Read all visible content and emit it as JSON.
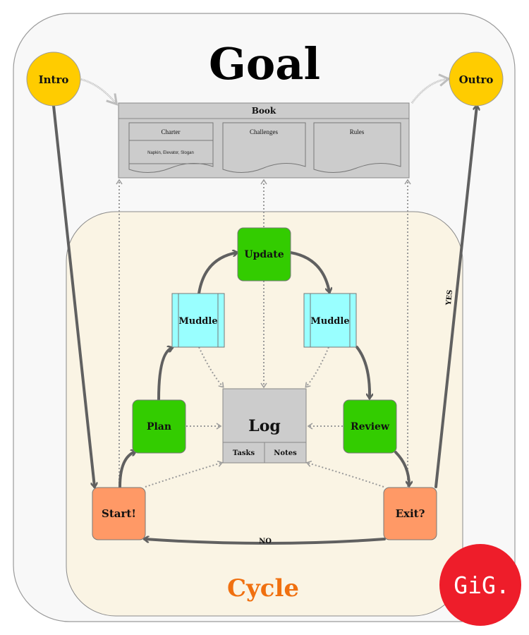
{
  "title": "Goal",
  "cycle_label": "Cycle",
  "badge": "GiG.",
  "colors": {
    "outer_bg": "#f8f8f8",
    "cycle_bg": "#faf4e4",
    "circle": "#ffcc00",
    "green": "#33cc00",
    "muddle": "#99ffff",
    "orange": "#ff9966",
    "book": "#cccccc",
    "cycle_text": "#f07010",
    "badge": "#ee1d2a",
    "arrow": "#606060"
  },
  "nodes": {
    "intro": "Intro",
    "outro": "Outro",
    "update": "Update",
    "muddle_left": "Muddle",
    "muddle_right": "Muddle",
    "plan": "Plan",
    "review": "Review",
    "start": "Start!",
    "exit": "Exit?"
  },
  "book": {
    "title": "Book",
    "docs": [
      {
        "title": "Charter",
        "subtitle": "Napkin, Elevator, Slogan"
      },
      {
        "title": "Challenges"
      },
      {
        "title": "Rules"
      }
    ]
  },
  "log": {
    "title": "Log",
    "cells": [
      "Tasks",
      "Notes"
    ]
  },
  "edge_labels": {
    "no": "NO",
    "yes": "YES"
  }
}
